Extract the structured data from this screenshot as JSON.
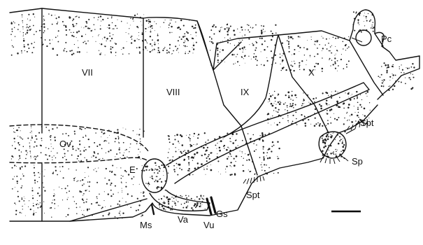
{
  "figure": {
    "line_color": "#111111",
    "stipple_color": "#222222",
    "segments": {
      "vii": "VII",
      "viii": "VIII",
      "ix": "IX",
      "x": "X"
    },
    "parts": {
      "ov": "Ov",
      "e": "E",
      "ms": "Ms",
      "va": "Va",
      "vu": "Vu",
      "gs": "Gs",
      "spt_lower": "Spt",
      "spt_upper": "Spt",
      "sp": "Sp",
      "pc": "Pc"
    }
  }
}
